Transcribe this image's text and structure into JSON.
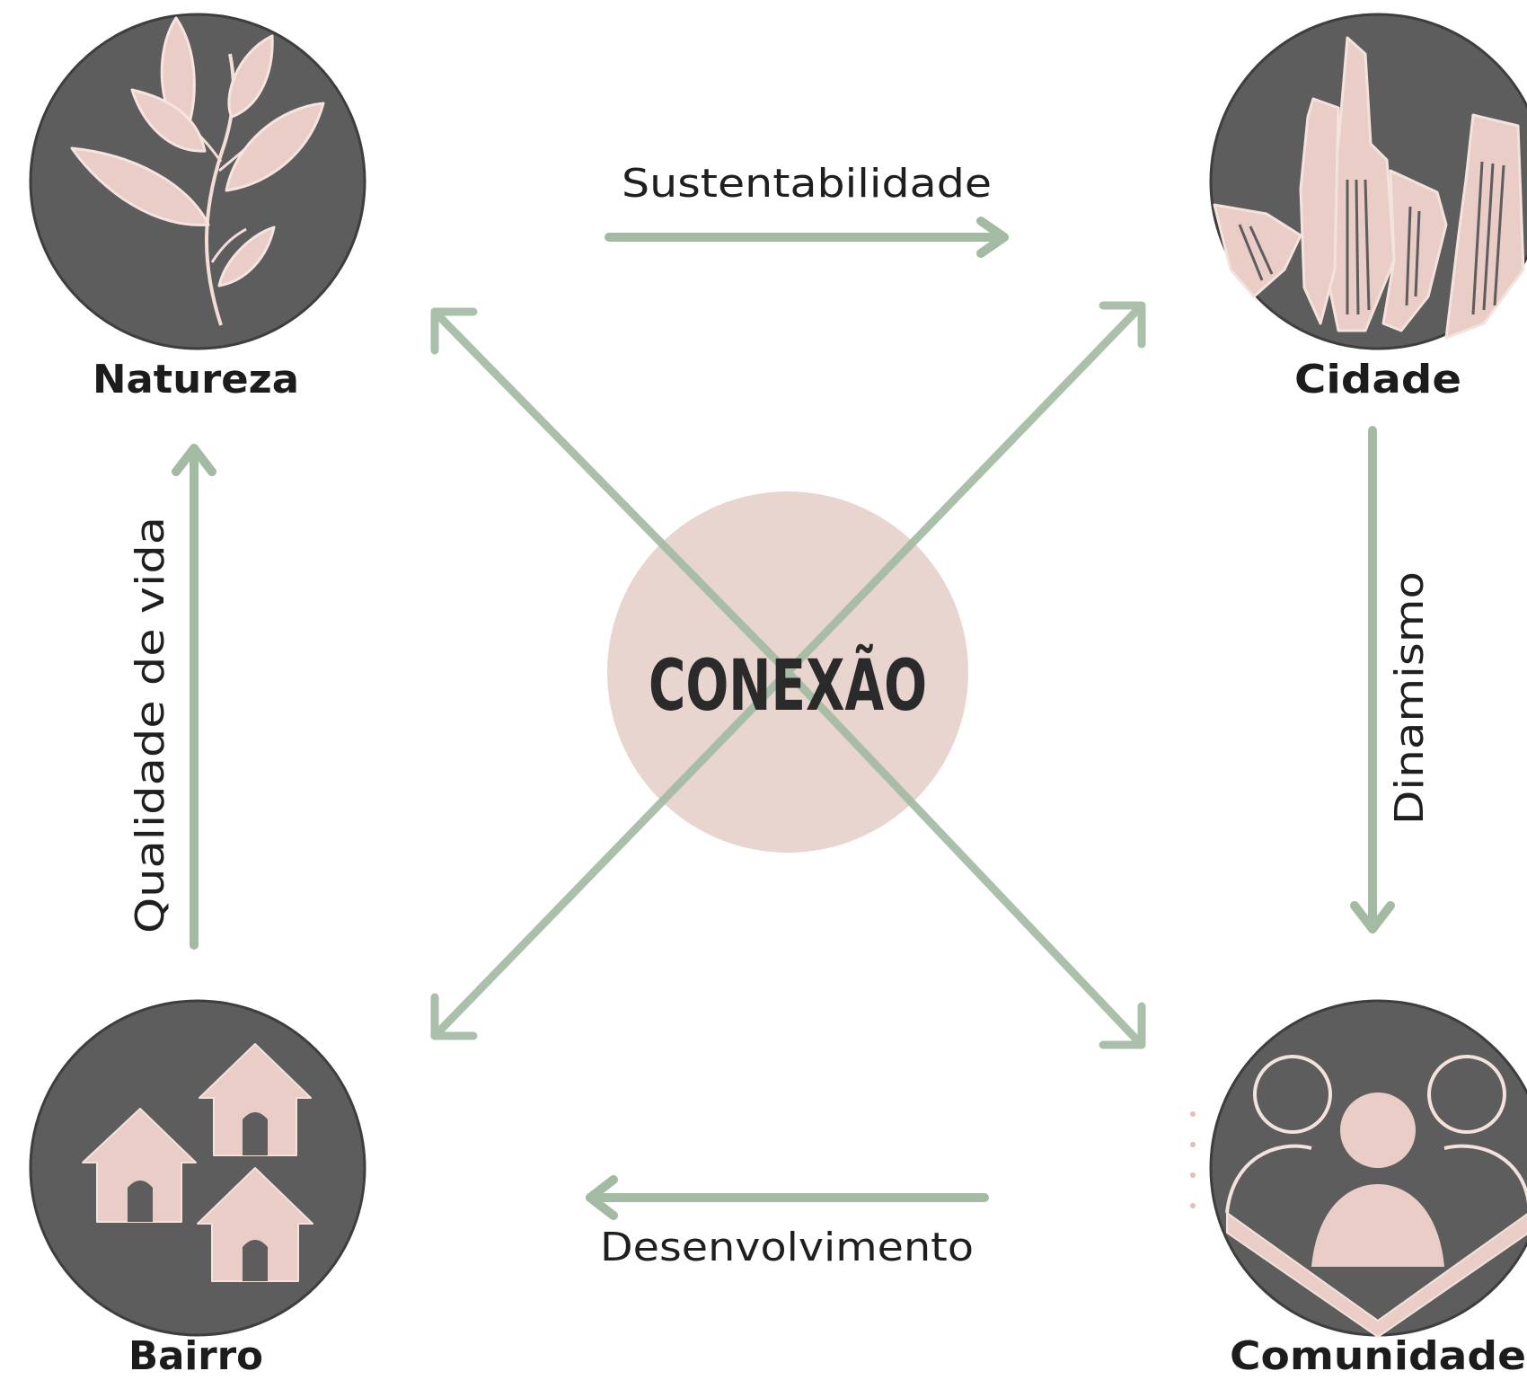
{
  "colors": {
    "circle_dark": "#5d5d5d",
    "accent_pink": "#e9cdc6",
    "arrow_green": "#a3bba3",
    "text_dark": "#1c1c1c"
  },
  "center": {
    "label": "CONEXÃO"
  },
  "nodes": {
    "natureza": {
      "label": "Natureza",
      "icon": "plant-icon"
    },
    "cidade": {
      "label": "Cidade",
      "icon": "city-buildings-icon"
    },
    "bairro": {
      "label": "Bairro",
      "icon": "houses-icon"
    },
    "comunidade": {
      "label": "Comunidade",
      "icon": "people-group-icon"
    }
  },
  "edges": {
    "top": {
      "label": "Sustentabilidade",
      "from": "Natureza",
      "to": "Cidade"
    },
    "right": {
      "label": "Dinamismo",
      "from": "Cidade",
      "to": "Comunidade"
    },
    "bottom": {
      "label": "Desenvolvimento",
      "from": "Comunidade",
      "to": "Bairro"
    },
    "left": {
      "label": "Qualidade de vida",
      "from": "Bairro",
      "to": "Natureza"
    }
  }
}
